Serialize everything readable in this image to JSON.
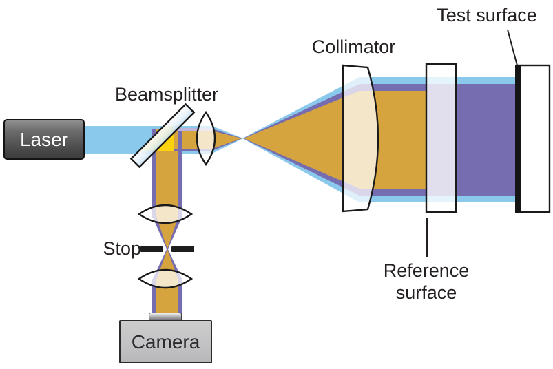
{
  "diagram": {
    "labels": {
      "laser": "Laser",
      "beamsplitter": "Beamsplitter",
      "collimator": "Collimator",
      "test_surface": "Test surface",
      "reference_surface_line1": "Reference",
      "reference_surface_line2": "surface",
      "stop": "Stop",
      "camera": "Camera"
    },
    "colors": {
      "beam_blue": "#8BC9EC",
      "beam_gold": "#D5A43E",
      "beam_purple": "#766CB0",
      "beam_lavender": "#BDB4DB",
      "overlap_yellow": "#FBD30E",
      "stop_black": "#1d1d1d",
      "test_surface_edge": "#151515",
      "outline": "#1A1A1A",
      "text": "#231F20",
      "laser_box": "#4A4A4A",
      "camera_box": "#C2C2C4"
    }
  }
}
